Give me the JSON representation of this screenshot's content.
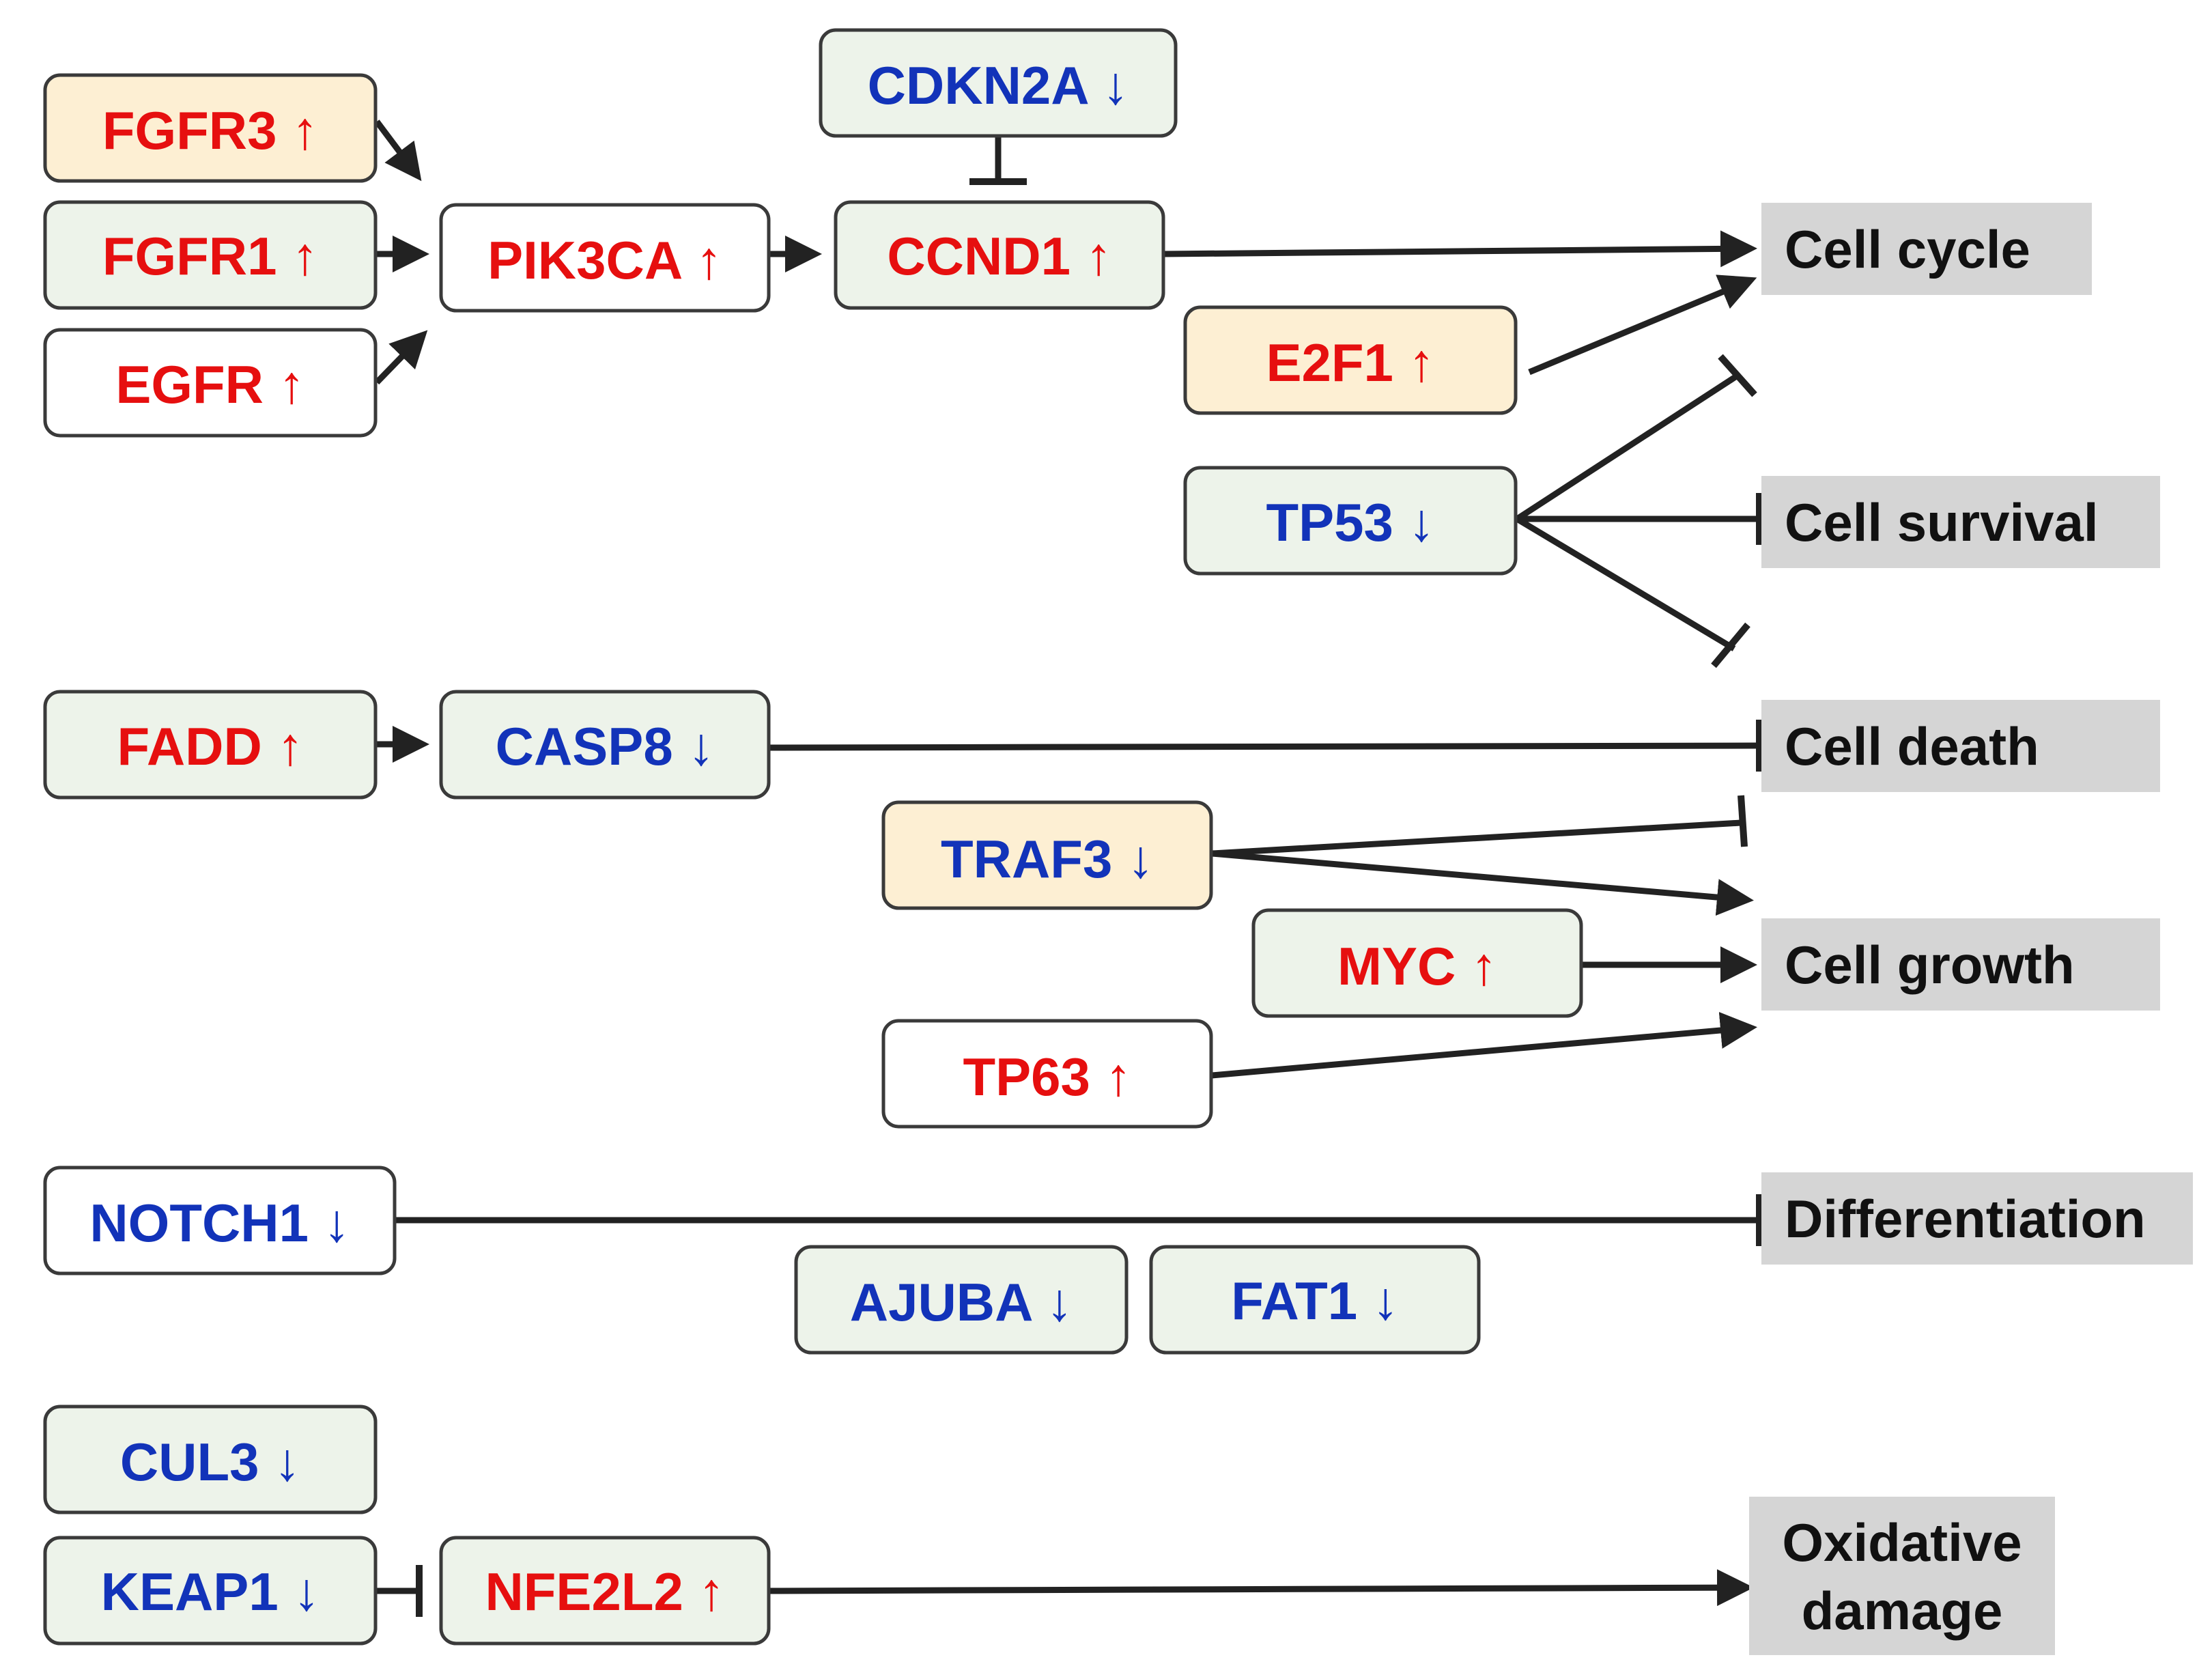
{
  "genes": {
    "fgfr3": "FGFR3 ↑",
    "fgfr1": "FGFR1 ↑",
    "egfr": "EGFR ↑",
    "pik3ca": "PIK3CA ↑",
    "cdkn2a": "CDKN2A ↓",
    "ccnd1": "CCND1 ↑",
    "e2f1": "E2F1 ↑",
    "tp53": "TP53 ↓",
    "fadd": "FADD ↑",
    "casp8": "CASP8 ↓",
    "traf3": "TRAF3 ↓",
    "myc": "MYC ↑",
    "tp63": "TP63 ↑",
    "notch1": "NOTCH1 ↓",
    "ajuba": "AJUBA ↓",
    "fat1": "FAT1 ↓",
    "cul3": "CUL3 ↓",
    "keap1": "KEAP1 ↓",
    "nfe2l2": "NFE2L2 ↑"
  },
  "outcomes": {
    "cell_cycle": "Cell cycle",
    "cell_survival": "Cell survival",
    "cell_death": "Cell death",
    "cell_growth": "Cell growth",
    "differentiation": "Differentiation",
    "oxidative_damage_line1": "Oxidative",
    "oxidative_damage_line2": "damage"
  },
  "colors": {
    "upregulated": "#e60f0f",
    "downregulated": "#1233b9",
    "box_green": "#edf3ea",
    "box_yellow": "#fdefd3",
    "outcome_gray": "#d5d5d5"
  }
}
